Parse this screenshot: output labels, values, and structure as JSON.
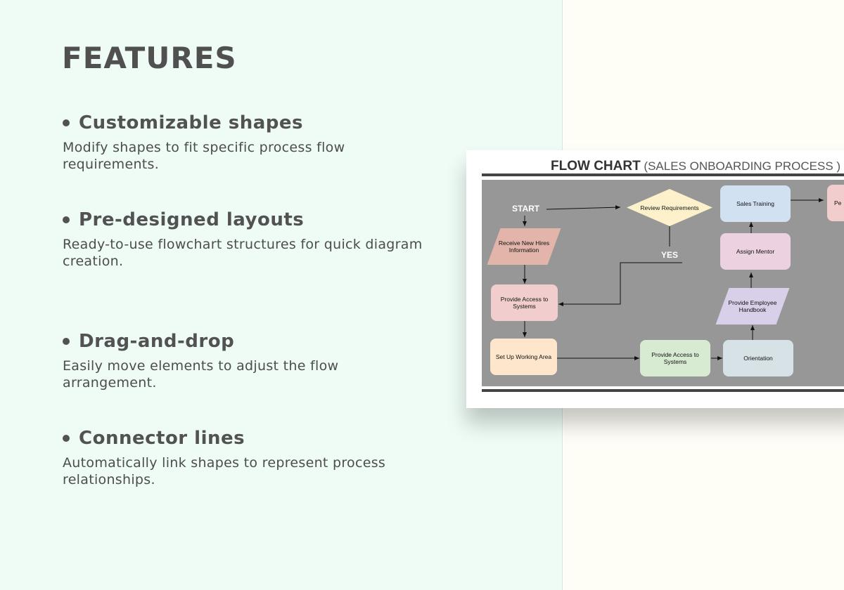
{
  "heading": "FEATURES",
  "features": [
    {
      "title": "Customizable shapes",
      "desc": "Modify shapes to fit specific process flow requirements."
    },
    {
      "title": "Pre-designed layouts",
      "desc": "Ready-to-use flowchart structures for quick diagram creation."
    },
    {
      "title": "Drag-and-drop",
      "desc": "Easily move elements to adjust the flow arrangement."
    },
    {
      "title": "Connector lines",
      "desc": "Automatically link shapes to represent process relationships."
    }
  ],
  "flowchart": {
    "title_main": "FLOW CHART",
    "title_sub": " (SALES ONBOARDING PROCESS )",
    "start": "START",
    "yes": "YES",
    "nodes": {
      "receive_info": "Receive New Hires Information",
      "review_requirements": "Review Requirements",
      "sales_training": "Sales Training",
      "partial_next": "Pe",
      "assign_mentor": "Assign Mentor",
      "provide_access_left": "Provide Access to Systems",
      "employee_handbook": "Provide Employee Handbook",
      "setup_working_area": "Set Up Working Area",
      "provide_access_bottom": "Provide Access to Systems",
      "orientation": "Orientation"
    }
  },
  "colors": {
    "left_bg": "#eefcf5",
    "right_bg": "#fefdf6",
    "canvas": "#979797",
    "pink": "#f1cdcd",
    "salmon": "#e2b4aa",
    "yellow": "#fdf1cc",
    "blue": "#d1e1f1",
    "mauve": "#ecd2e0",
    "lavender": "#d8cfe9",
    "peach": "#fde6cc",
    "green": "#d7ebd2",
    "gray_blue": "#d7e2e7"
  }
}
